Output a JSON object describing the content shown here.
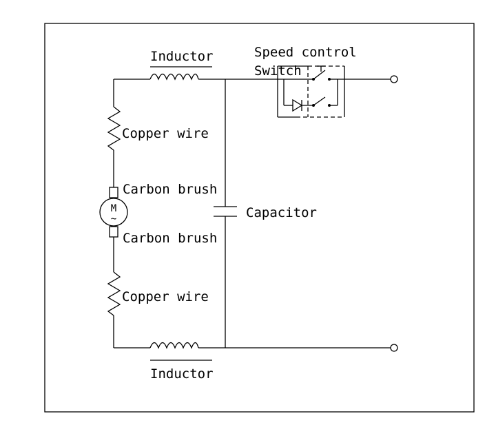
{
  "labels": {
    "inductor_top": "Inductor",
    "inductor_bottom": "Inductor",
    "speed_control": "Speed control",
    "switch": "Switch",
    "copper_wire_top": "Copper wire",
    "copper_wire_bottom": "Copper wire",
    "carbon_brush_top": "Carbon brush",
    "carbon_brush_bottom": "Carbon brush",
    "capacitor": "Capacitor",
    "motor_symbol": "M",
    "motor_tilde": "~"
  }
}
